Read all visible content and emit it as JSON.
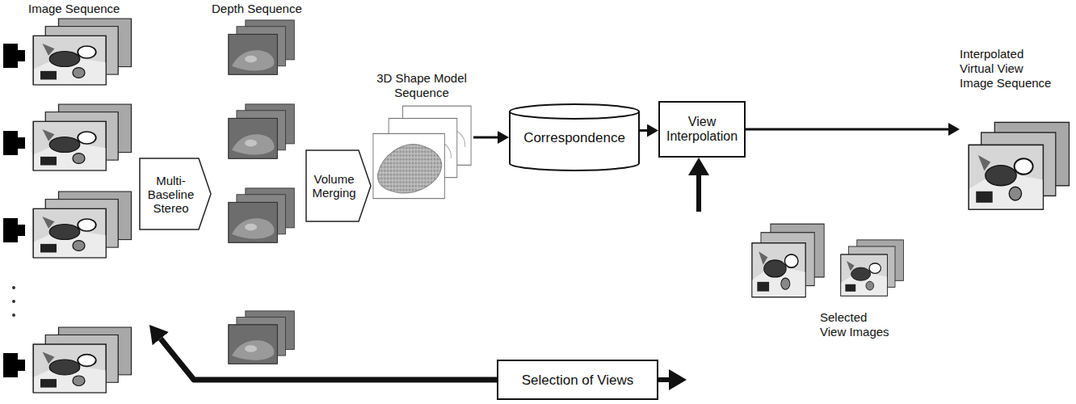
{
  "diagram": {
    "nodes": [
      {
        "text": [
          "Image Sequence"
        ]
      },
      {
        "text": [
          "Multi-Baseline Stereo"
        ]
      },
      {
        "text": [
          "Depth Sequence"
        ]
      },
      {
        "text": [
          "Volume Merging"
        ]
      },
      {
        "text": [
          "3D Shape Model Sequence"
        ]
      },
      {
        "text": [
          "Correspondence"
        ]
      },
      {
        "text": [
          "View Interpolation"
        ]
      },
      {
        "text": [
          "Interpolated Virtual View Image Sequence"
        ]
      },
      {
        "text": [
          "Selected View Images"
        ]
      },
      {
        "text": [
          "Selection of Views"
        ]
      }
    ],
    "edges": [
      {
        "from": 4,
        "to": 5,
        "arrow": "to"
      },
      {
        "from": 5,
        "to": 6,
        "arrow": "to"
      },
      {
        "from": 6,
        "to": 7,
        "arrow": "to"
      },
      {
        "from": 8,
        "to": 6,
        "arrow": "to"
      },
      {
        "from": 9,
        "to": 0,
        "arrow": "to"
      },
      {
        "from": 9,
        "to": 8,
        "arrow": "to"
      }
    ]
  }
}
